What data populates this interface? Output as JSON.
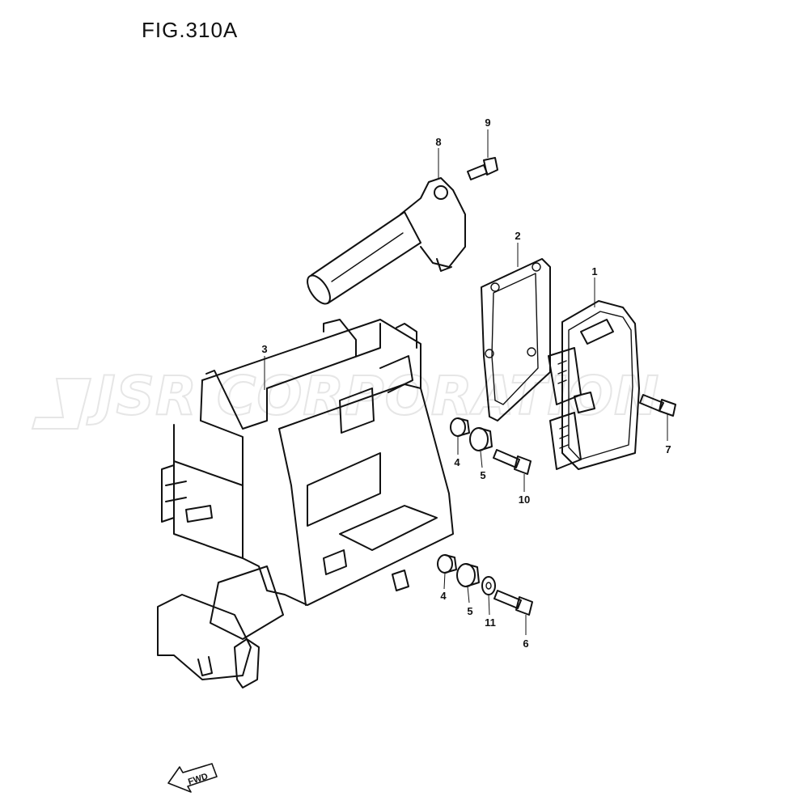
{
  "figure": {
    "title": "FIG.310A"
  },
  "watermark": {
    "text": "JSR CORPORATION"
  },
  "direction_marker": {
    "text": "FWD"
  },
  "callouts": [
    {
      "id": "c1",
      "label": "1"
    },
    {
      "id": "c2",
      "label": "2"
    },
    {
      "id": "c3",
      "label": "3"
    },
    {
      "id": "c4a",
      "label": "4"
    },
    {
      "id": "c4b",
      "label": "4"
    },
    {
      "id": "c5a",
      "label": "5"
    },
    {
      "id": "c5b",
      "label": "5"
    },
    {
      "id": "c6",
      "label": "6"
    },
    {
      "id": "c7",
      "label": "7"
    },
    {
      "id": "c8",
      "label": "8"
    },
    {
      "id": "c9",
      "label": "9"
    },
    {
      "id": "c10",
      "label": "10"
    },
    {
      "id": "c11",
      "label": "11"
    }
  ],
  "colors": {
    "line": "#111111",
    "watermark_outline": "#e6e6e6",
    "background": "#ffffff"
  }
}
